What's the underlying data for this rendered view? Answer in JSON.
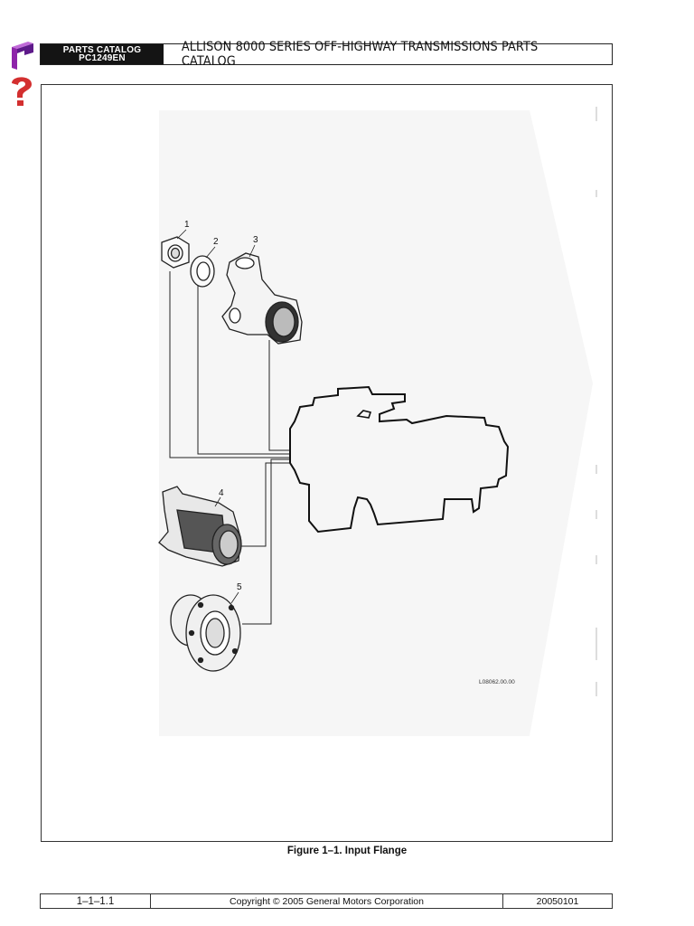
{
  "header": {
    "badge_line1": "PARTS CATALOG",
    "badge_line2": "PC1249EN",
    "title": "ALLISON 8000 SERIES OFF-HIGHWAY TRANSMISSIONS PARTS CATALOG"
  },
  "figure": {
    "callouts": [
      "1",
      "2",
      "3",
      "4",
      "5"
    ],
    "drawing_code": "L08062.00.00",
    "caption": "Figure 1–1.  Input Flange"
  },
  "footer": {
    "section": "1–1–1.1",
    "copyright": "Copyright © 2005 General Motors Corporation",
    "date": "20050101"
  },
  "colors": {
    "bookmark": "#7b1fa2",
    "help": "#d32f2f",
    "badge": "#141414"
  },
  "icons": [
    "bookmark-icon",
    "help-icon"
  ]
}
